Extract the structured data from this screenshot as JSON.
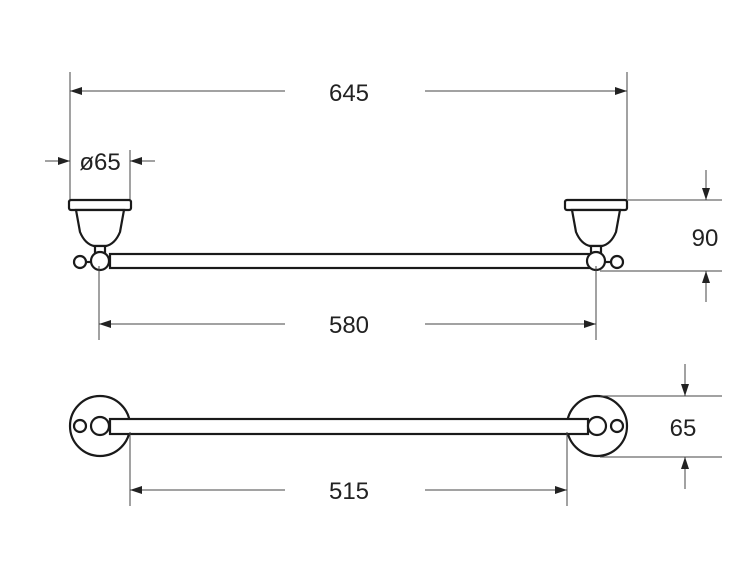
{
  "drawing": {
    "top_view": {
      "overall_length": "645",
      "mount_diameter": "ø65",
      "height": "90",
      "bar_length": "580"
    },
    "bottom_view": {
      "plate_diameter": "65",
      "bar_length": "515"
    },
    "colors": {
      "line": "#1a1a1a",
      "dimension": "#444444",
      "background": "#ffffff"
    }
  }
}
